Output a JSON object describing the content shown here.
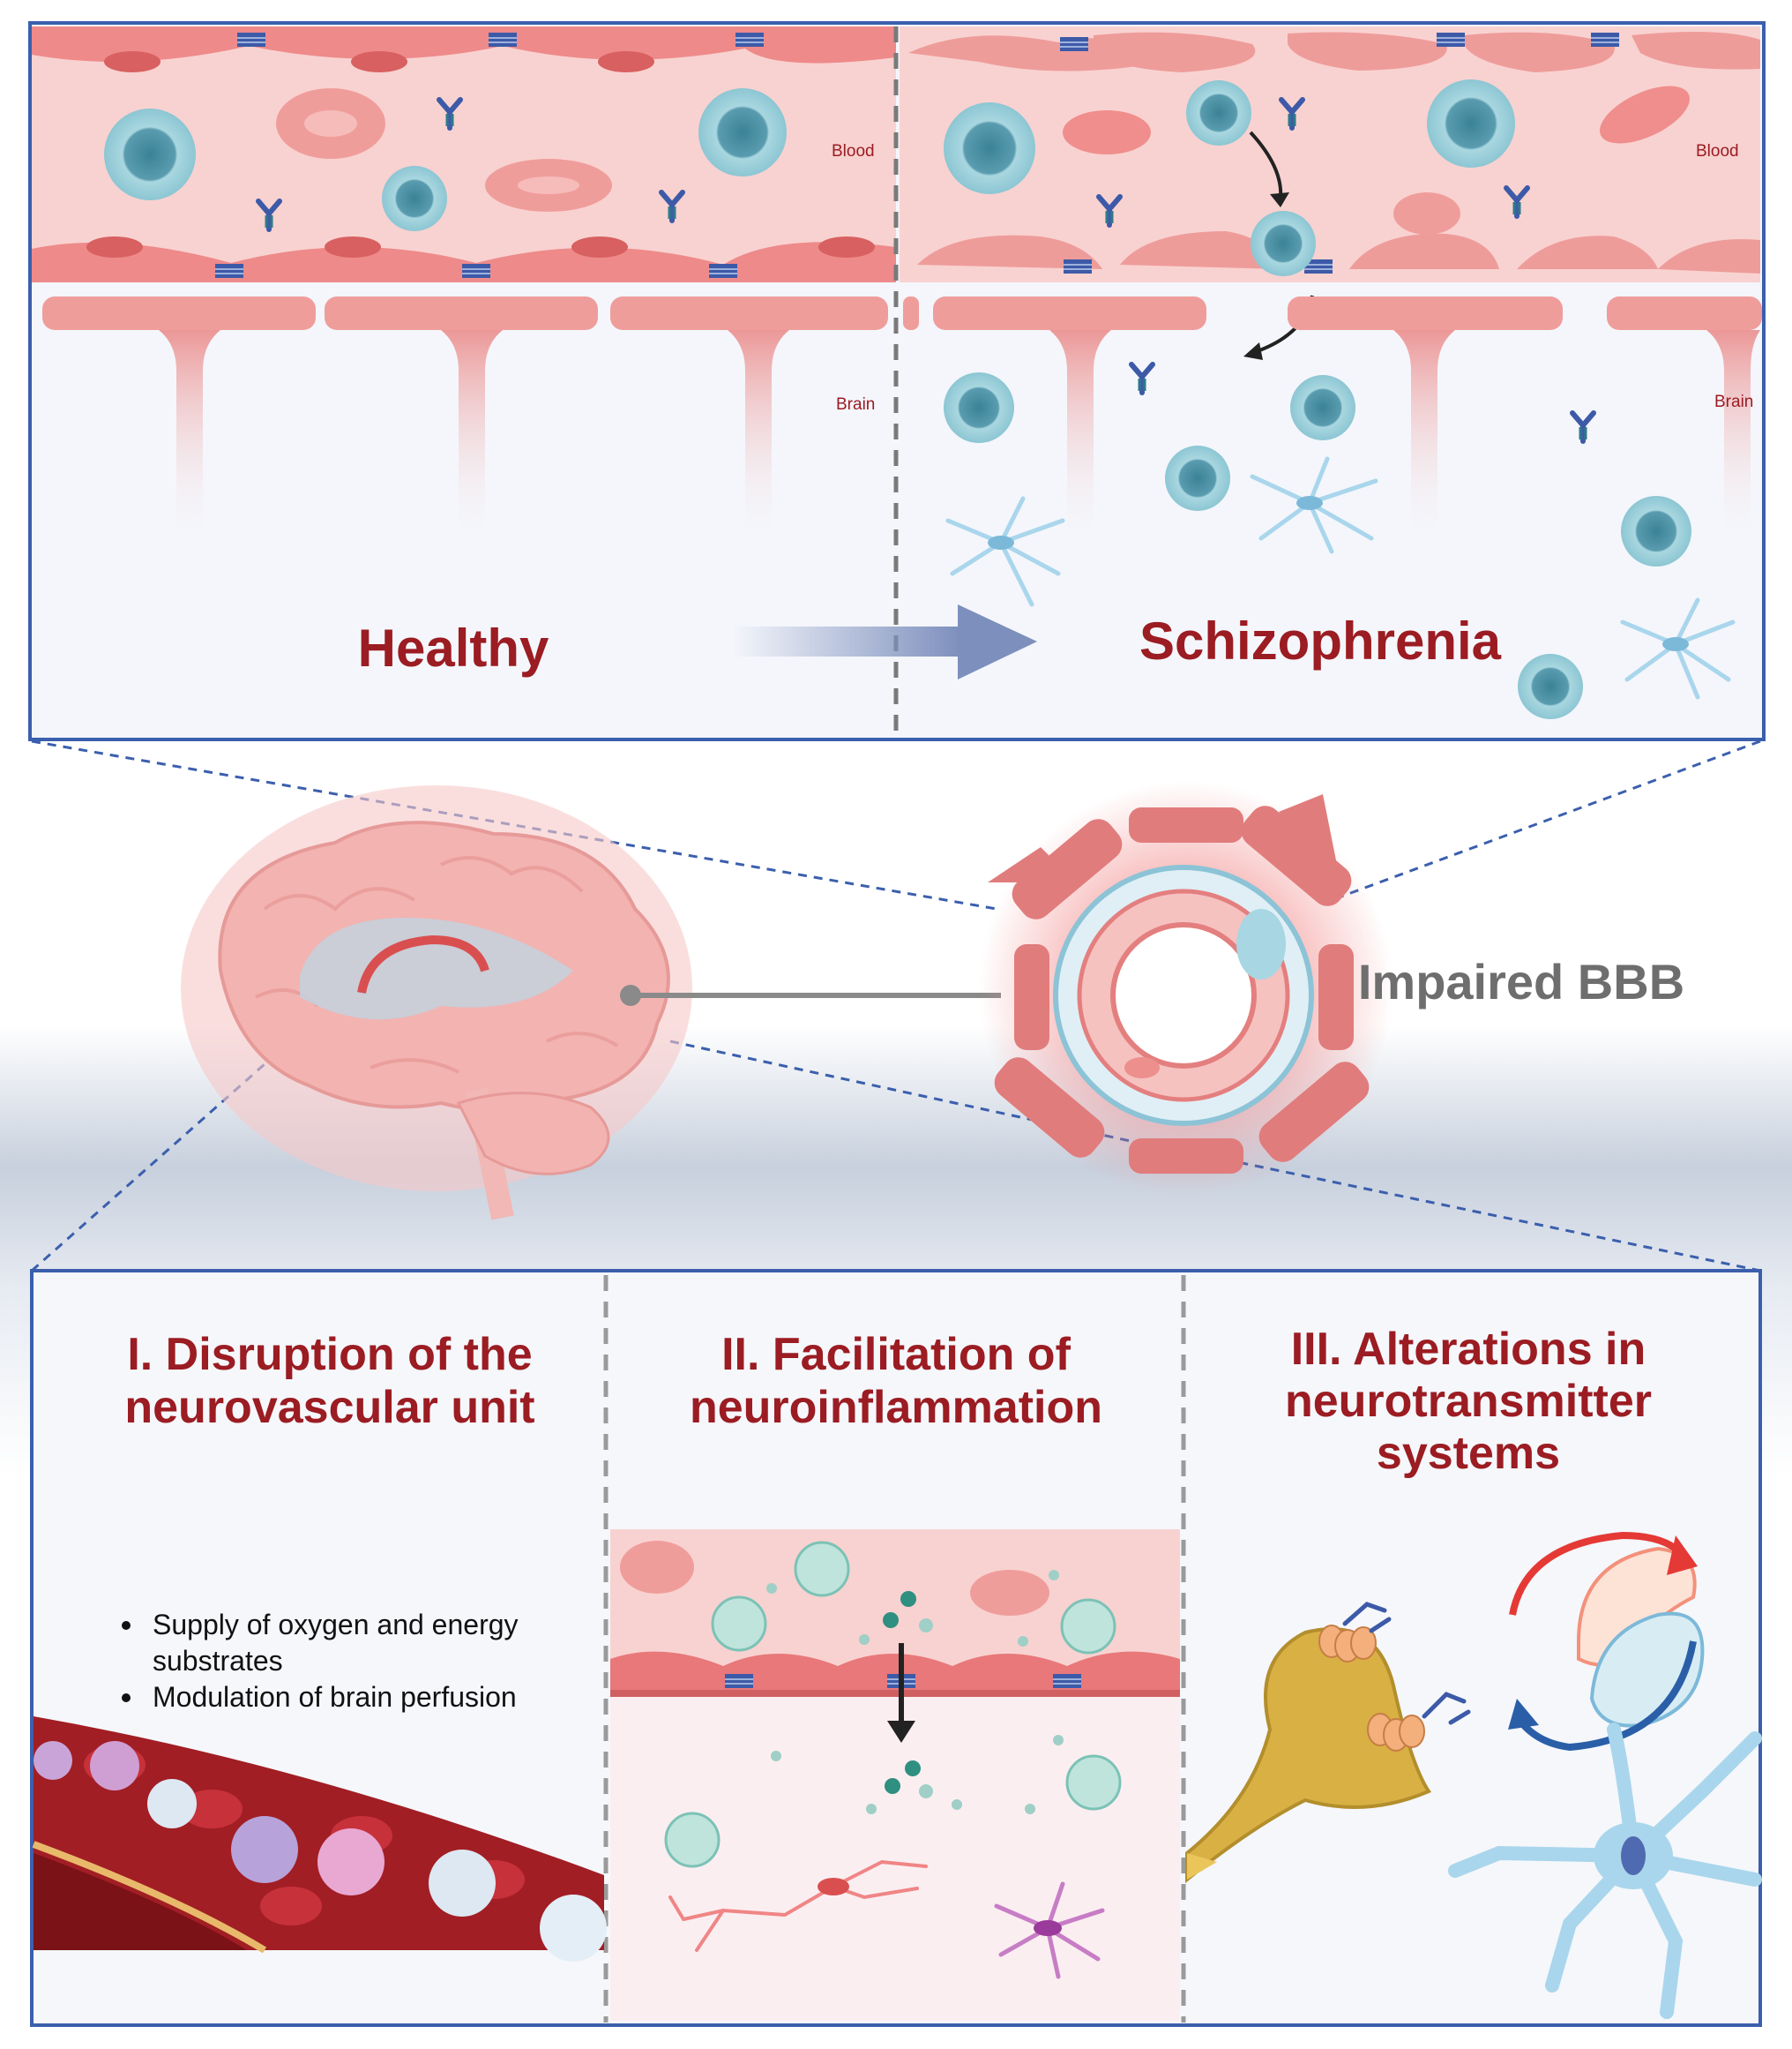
{
  "top_panel": {
    "healthy_label": "Healthy",
    "disease_label": "Schizophrenia",
    "blood_label_left": "Blood",
    "blood_label_right": "Blood",
    "brain_label_left": "Brain",
    "brain_label_right": "Brain"
  },
  "middle": {
    "bbb_label": "Impaired BBB"
  },
  "panels": [
    {
      "title_lines": [
        "I. Disruption of the",
        "neurovascular unit"
      ],
      "bullets": [
        {
          "lines": [
            "Supply of oxygen and energy",
            "substrates"
          ]
        },
        {
          "lines": [
            "Modulation of brain perfusion"
          ]
        }
      ]
    },
    {
      "title_lines": [
        "II. Facilitation of",
        "neuroinflammation"
      ]
    },
    {
      "title_lines": [
        "III. Alterations in",
        "neurotransmitter",
        "systems"
      ]
    }
  ],
  "colors": {
    "title_red": "#9b1c22",
    "frame_blue": "#3b5fad",
    "vessel_pink": "#f3b6b4",
    "endothelium": "#e8787a",
    "immune_cell": "#8fc8d4",
    "astrocyte": "#a9d6ec"
  }
}
